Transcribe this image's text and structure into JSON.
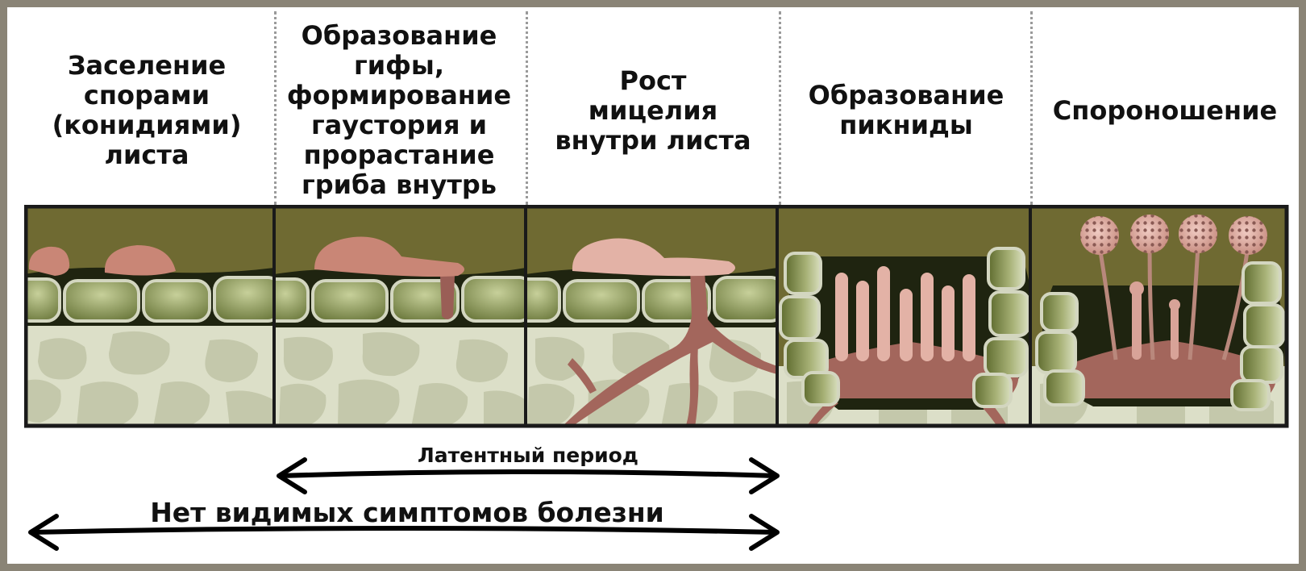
{
  "stages": [
    {
      "title": "Заселение\nспорами\n(конидиями)\nлиста"
    },
    {
      "title": "Образование\nгифы,\nформирование\nгаустория и\nпрорастание\nгриба внутрь"
    },
    {
      "title": "Рост\nмицелия\nвнутри листа"
    },
    {
      "title": "Образование\nпикниды"
    },
    {
      "title": "Спороношение"
    }
  ],
  "periods": {
    "latent": "Латентный период",
    "no_symptoms": "Нет видимых симптомов болезни"
  },
  "colors": {
    "frame": "#8a8476",
    "leaf_surface": "#6f6a32",
    "epidermis": "#8e9a5e",
    "mesophyll": "#dcdfc8",
    "cell": "#c4c8ab",
    "fungus": "#a9766c",
    "spore": "#d8a398",
    "outline": "#1a1a1a"
  }
}
